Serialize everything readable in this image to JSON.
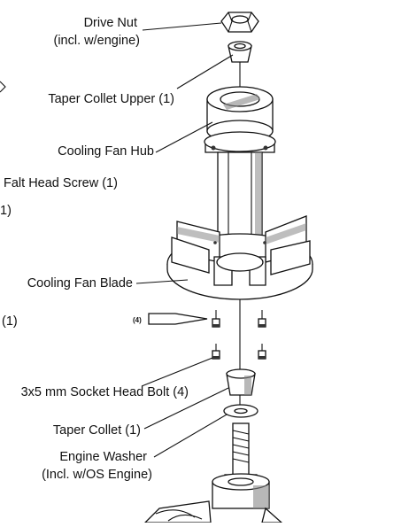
{
  "labels": {
    "drive_nut": "Drive Nut",
    "drive_nut_note": "(incl. w/engine)",
    "taper_collet_upper": "Taper Collet Upper (1)",
    "cooling_fan_hub": "Cooling Fan Hub",
    "flat_head_screw": "Falt Head Screw (1)",
    "left_fragment_1": "1)",
    "cooling_fan_blade": "Cooling Fan Blade",
    "left_fragment_2": "(1)",
    "screwdriver_qty": "(4)",
    "socket_head_bolt": "3x5 mm Socket Head Bolt (4)",
    "taper_collet": "Taper Collet (1)",
    "engine_washer": "Engine Washer",
    "engine_washer_note": "(Incl. w/OS Engine)"
  }
}
